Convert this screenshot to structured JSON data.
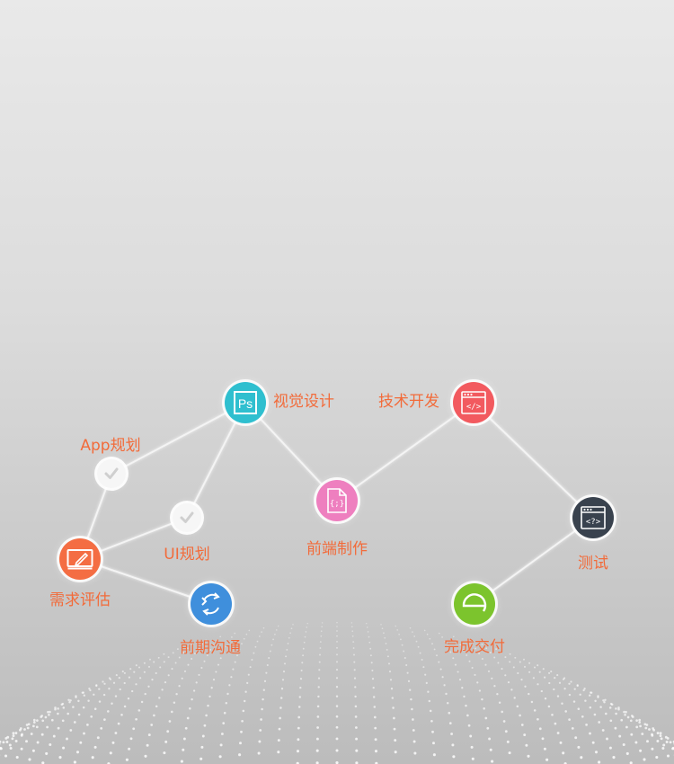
{
  "colors": {
    "label": "#f26b3a",
    "line": "#f4f4f4",
    "dots": "#ffffff"
  },
  "nodes": [
    {
      "id": "xuqiu",
      "label": "需求评估",
      "icon": "tablet-pen-icon",
      "color": "#f46d43"
    },
    {
      "id": "app",
      "label": "App规划",
      "icon": "checkmark-icon",
      "color": "#f6f6f6"
    },
    {
      "id": "ui",
      "label": "UI规划",
      "icon": "checkmark-icon",
      "color": "#f6f6f6"
    },
    {
      "id": "goutong",
      "label": "前期沟通",
      "icon": "refresh-arrows-icon",
      "color": "#3f8fdc"
    },
    {
      "id": "shijue",
      "label": "视觉设计",
      "icon": "photoshop-icon",
      "color": "#2fbfcf"
    },
    {
      "id": "qianduan",
      "label": "前端制作",
      "icon": "code-file-icon",
      "color": "#ee7fbf"
    },
    {
      "id": "kaifa",
      "label": "技术开发",
      "icon": "code-window-icon",
      "color": "#f25a5f"
    },
    {
      "id": "ceshi",
      "label": "测试",
      "icon": "test-window-icon",
      "color": "#39424e"
    },
    {
      "id": "jiaofu",
      "label": "完成交付",
      "icon": "delivery-e-icon",
      "color": "#7cc42d"
    }
  ],
  "edges": [
    [
      "xuqiu",
      "app"
    ],
    [
      "app",
      "shijue"
    ],
    [
      "xuqiu",
      "ui"
    ],
    [
      "ui",
      "shijue"
    ],
    [
      "xuqiu",
      "goutong"
    ],
    [
      "shijue",
      "qianduan"
    ],
    [
      "qianduan",
      "kaifa"
    ],
    [
      "kaifa",
      "ceshi"
    ],
    [
      "ceshi",
      "jiaofu"
    ]
  ]
}
